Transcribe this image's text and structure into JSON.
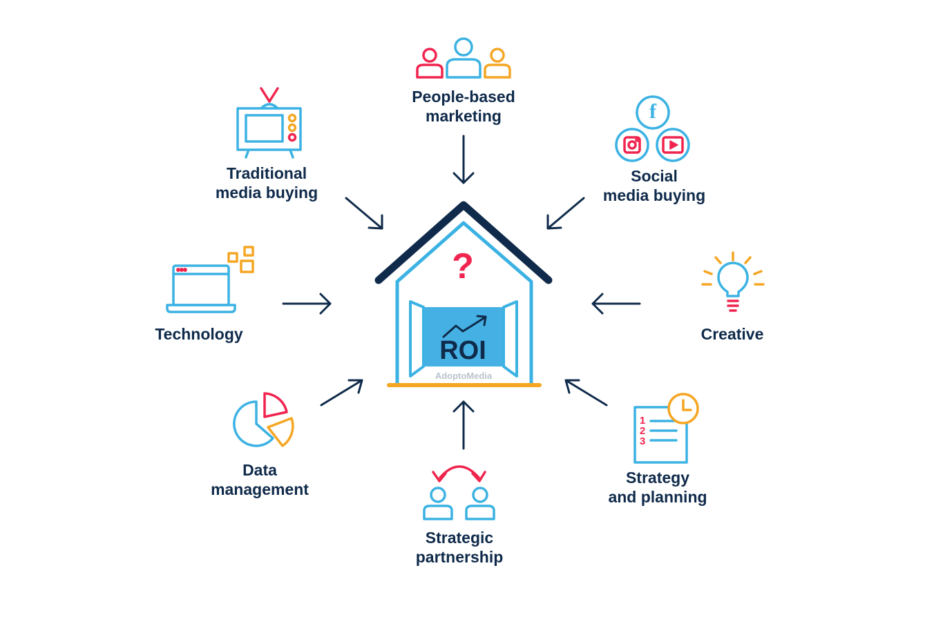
{
  "center": {
    "question_mark": "?",
    "label": "ROI",
    "watermark": "AdoptoMedia"
  },
  "nodes": [
    {
      "id": "people-based-marketing",
      "lines": [
        "People-based",
        "marketing"
      ],
      "icon": "people-group-icon"
    },
    {
      "id": "traditional-media-buying",
      "lines": [
        "Traditional",
        "media buying"
      ],
      "icon": "tv-icon"
    },
    {
      "id": "social-media-buying",
      "lines": [
        "Social",
        "media buying"
      ],
      "icon": "social-media-icons"
    },
    {
      "id": "technology",
      "lines": [
        "Technology"
      ],
      "icon": "laptop-icon"
    },
    {
      "id": "creative",
      "lines": [
        "Creative"
      ],
      "icon": "lightbulb-icon"
    },
    {
      "id": "data-management",
      "lines": [
        "Data",
        "management"
      ],
      "icon": "pie-chart-icon"
    },
    {
      "id": "strategic-partnership",
      "lines": [
        "Strategic",
        "partnership"
      ],
      "icon": "partnership-icon"
    },
    {
      "id": "strategy-and-planning",
      "lines": [
        "Strategy",
        "and planning"
      ],
      "icon": "checklist-clock-icon"
    }
  ],
  "icon_glyphs": {
    "facebook": "f",
    "list_numbers": [
      "1",
      "2",
      "3"
    ]
  },
  "colors": {
    "navy": "#0f2a4a",
    "blue": "#3bb2e3",
    "red": "#f0244e",
    "orange": "#f5a623",
    "roi_panel": "#45b0e3"
  }
}
